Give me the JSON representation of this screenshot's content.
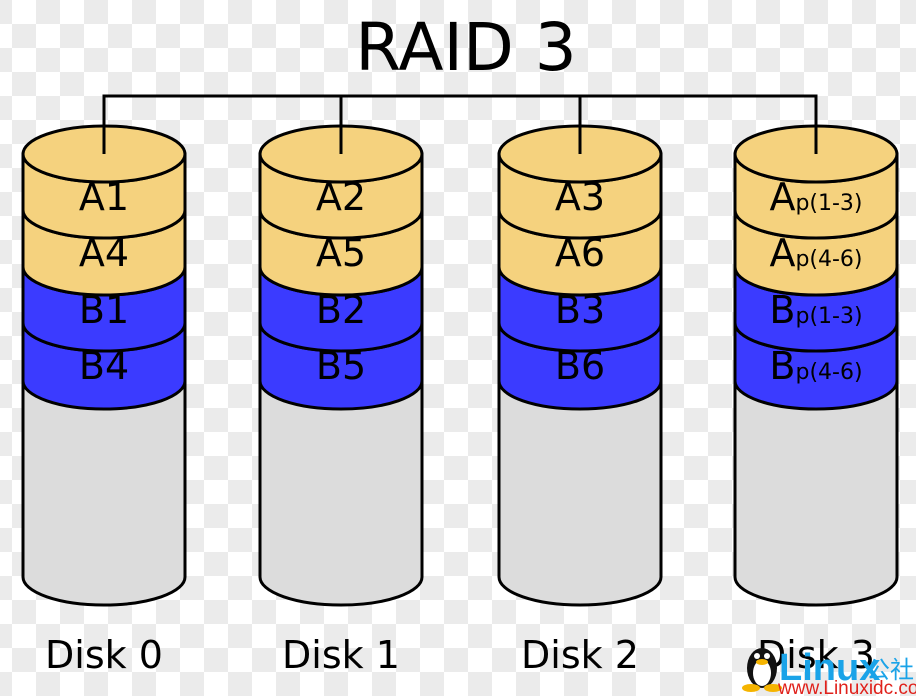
{
  "title": "RAID 3",
  "colors": {
    "stripe_a": "#f5d27e",
    "stripe_b": "#3b3bff",
    "empty": "#dcdcdc",
    "stroke": "#000000",
    "watermark_blue": "#1aa3e8",
    "watermark_red": "#e0211b"
  },
  "disks": [
    {
      "label": "Disk 0",
      "blocks": [
        {
          "main": "A1",
          "sub": "",
          "group": "a"
        },
        {
          "main": "A4",
          "sub": "",
          "group": "a"
        },
        {
          "main": "B1",
          "sub": "",
          "group": "b"
        },
        {
          "main": "B4",
          "sub": "",
          "group": "b"
        }
      ]
    },
    {
      "label": "Disk 1",
      "blocks": [
        {
          "main": "A2",
          "sub": "",
          "group": "a"
        },
        {
          "main": "A5",
          "sub": "",
          "group": "a"
        },
        {
          "main": "B2",
          "sub": "",
          "group": "b"
        },
        {
          "main": "B5",
          "sub": "",
          "group": "b"
        }
      ]
    },
    {
      "label": "Disk 2",
      "blocks": [
        {
          "main": "A3",
          "sub": "",
          "group": "a"
        },
        {
          "main": "A6",
          "sub": "",
          "group": "a"
        },
        {
          "main": "B3",
          "sub": "",
          "group": "b"
        },
        {
          "main": "B6",
          "sub": "",
          "group": "b"
        }
      ]
    },
    {
      "label": "Disk 3",
      "blocks": [
        {
          "main": "A",
          "sub": "p(1-3)",
          "group": "a"
        },
        {
          "main": "A",
          "sub": "p(4-6)",
          "group": "a"
        },
        {
          "main": "B",
          "sub": "p(1-3)",
          "group": "b"
        },
        {
          "main": "B",
          "sub": "p(4-6)",
          "group": "b"
        }
      ]
    }
  ],
  "watermark": {
    "brand": "Linux",
    "brand_cn": "公社",
    "url": "www.Linuxidc.com",
    "icon": "tux-penguin-icon"
  }
}
